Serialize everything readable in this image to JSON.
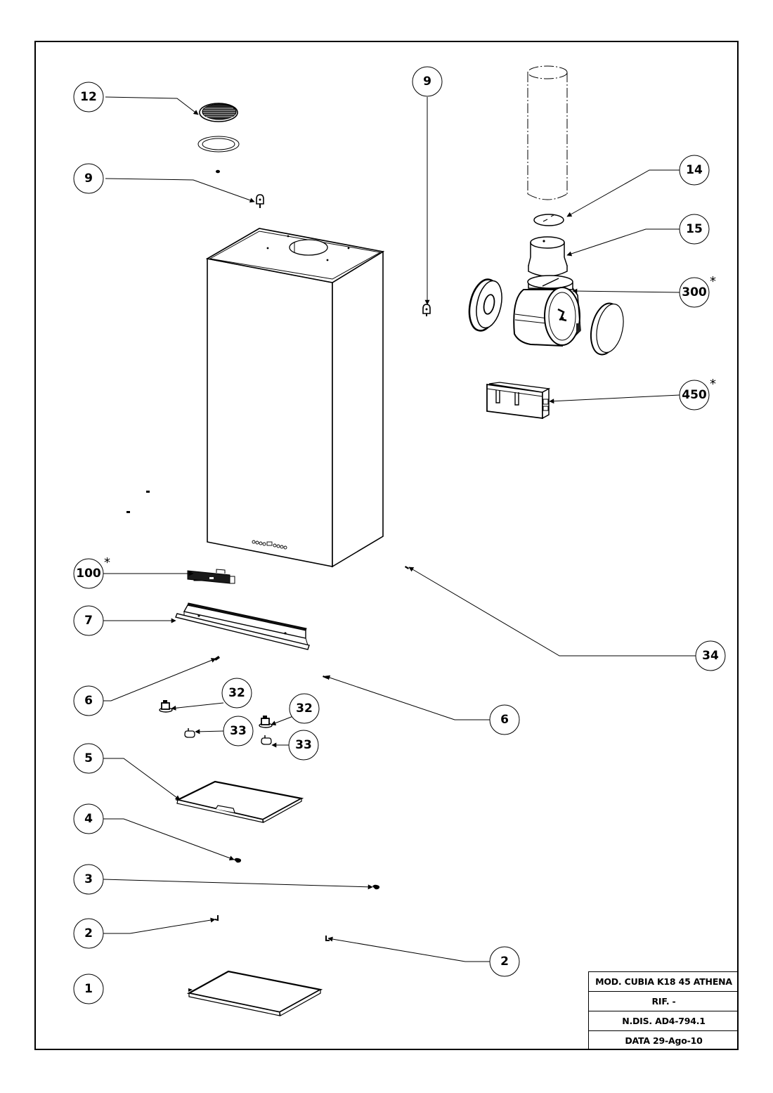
{
  "drawing": {
    "type": "exploded parts diagram",
    "subject": "cooker hood"
  },
  "title_block": {
    "model": "MOD. CUBIA K18 45 ATHENA",
    "reference": "RIF. -",
    "drawing_number": "N.DIS. AD4-794.1",
    "date": "DATA 29-Ago-10"
  },
  "callouts": [
    {
      "id": "c12",
      "label": "12",
      "starred": false,
      "part": "grille"
    },
    {
      "id": "c9a",
      "label": "9",
      "starred": false,
      "part": "clip"
    },
    {
      "id": "c9b",
      "label": "9",
      "starred": false,
      "part": "clip"
    },
    {
      "id": "c14",
      "label": "14",
      "starred": false,
      "part": "non-return valve"
    },
    {
      "id": "c15",
      "label": "15",
      "starred": false,
      "part": "reducer collar"
    },
    {
      "id": "c300",
      "label": "300",
      "starred": true,
      "part": "motor unit"
    },
    {
      "id": "c450",
      "label": "450",
      "starred": true,
      "part": "electronic control box"
    },
    {
      "id": "c100",
      "label": "100",
      "starred": true,
      "part": "control board"
    },
    {
      "id": "c7",
      "label": "7",
      "starred": false,
      "part": "bracket"
    },
    {
      "id": "c34",
      "label": "34",
      "starred": false,
      "part": "screw"
    },
    {
      "id": "c6a",
      "label": "6",
      "starred": false,
      "part": "screw"
    },
    {
      "id": "c6b",
      "label": "6",
      "starred": false,
      "part": "screw"
    },
    {
      "id": "c32a",
      "label": "32",
      "starred": false,
      "part": "lamp holder"
    },
    {
      "id": "c32b",
      "label": "32",
      "starred": false,
      "part": "lamp holder"
    },
    {
      "id": "c33a",
      "label": "33",
      "starred": false,
      "part": "lamp"
    },
    {
      "id": "c33b",
      "label": "33",
      "starred": false,
      "part": "lamp"
    },
    {
      "id": "c5",
      "label": "5",
      "starred": false,
      "part": "grease filter"
    },
    {
      "id": "c4",
      "label": "4",
      "starred": false,
      "part": "filter handle"
    },
    {
      "id": "c3",
      "label": "3",
      "starred": false,
      "part": "filter latch"
    },
    {
      "id": "c2a",
      "label": "2",
      "starred": false,
      "part": "hinge pin"
    },
    {
      "id": "c2b",
      "label": "2",
      "starred": false,
      "part": "hinge pin"
    },
    {
      "id": "c1",
      "label": "1",
      "starred": false,
      "part": "bottom panel"
    }
  ],
  "star_symbol": "*",
  "colors": {
    "line": "#000000",
    "background": "#ffffff"
  }
}
